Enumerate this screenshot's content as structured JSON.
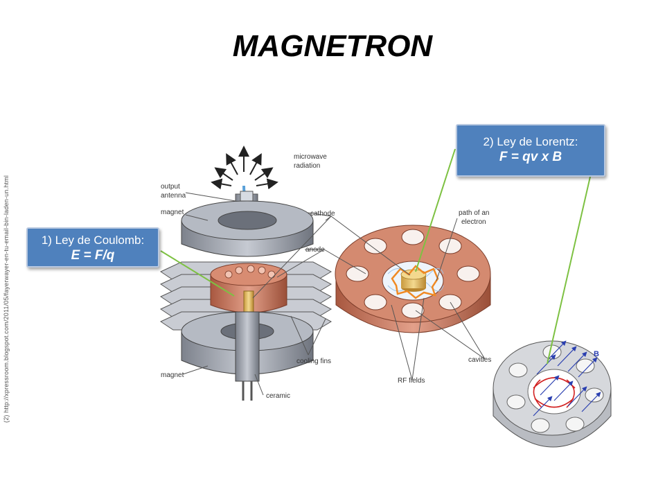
{
  "title": "MAGNETRON",
  "source_note": "(2) http://xpressroom.blogspot.com/2011/05/fayerwayer-en-tu-email-bin-laden-un.html",
  "callouts": {
    "coulomb": {
      "line1": "1) Ley de Coulomb:",
      "line2": "E = F/q"
    },
    "lorentz": {
      "line1": "2) Ley de Lorentz:",
      "line2": "F = qv x B"
    }
  },
  "labels": {
    "microwave_radiation_1": "microwave",
    "microwave_radiation_2": "radiation",
    "output_antenna_1": "output",
    "output_antenna_2": "antenna",
    "magnet_top": "magnet",
    "cathode": "cathode",
    "anode": "anode",
    "electron_path_1": "path of an",
    "electron_path_2": "electron",
    "cooling_fins": "cooling fins",
    "magnet_bottom": "magnet",
    "ceramic": "ceramic",
    "rf_fields": "RF fields",
    "cavities": "cavities",
    "b_field": "B"
  },
  "colors": {
    "callout_fill": "#4f81bd",
    "connector": "#7dc142",
    "copper": "#c8735a",
    "metal": "#9aa0ab"
  }
}
